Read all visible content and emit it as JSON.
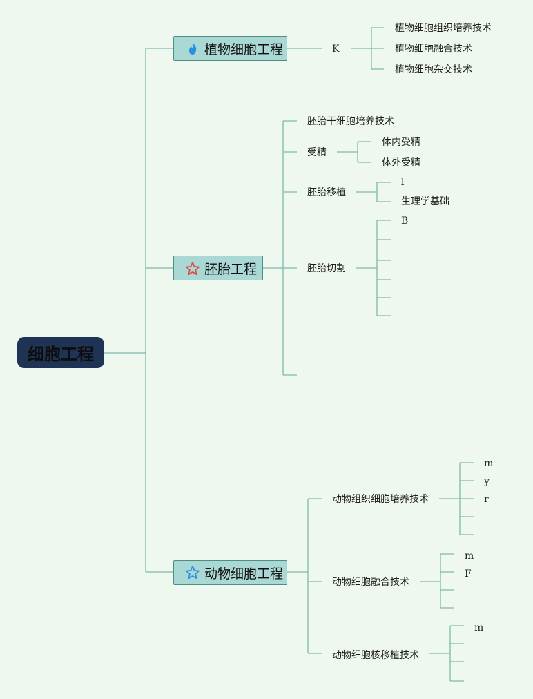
{
  "root": {
    "label": "细胞工程"
  },
  "plant": {
    "label": "植物细胞工程",
    "icon": "fire-icon",
    "sub": "K",
    "leaves": [
      "植物细胞组织培养技术",
      "植物细胞融合技术",
      "植物细胞杂交技术"
    ]
  },
  "embryo": {
    "label": "胚胎工程",
    "icon": "star-outline-icon",
    "stem_cell": "胚胎干细胞培养技术",
    "fert": {
      "label": "受精",
      "leaves": [
        "体内受精",
        "体外受精"
      ]
    },
    "transfer": {
      "label": "胚胎移植",
      "leaves": [
        "l",
        "生理学基础"
      ]
    },
    "split": {
      "label": "胚胎切割",
      "leaves": [
        "B"
      ]
    }
  },
  "animal": {
    "label": "动物细胞工程",
    "icon": "star-outline-icon",
    "tissue": {
      "label": "动物组织细胞培养技术",
      "leaves": [
        "m",
        "y",
        "r"
      ]
    },
    "fusion": {
      "label": "动物细胞融合技术",
      "leaves": [
        "m",
        "F"
      ]
    },
    "nuclear": {
      "label": "动物细胞核移植技术",
      "leaves": [
        "m"
      ]
    }
  },
  "colors": {
    "line": "#5a9a8f",
    "line_light": "#8fc6b6",
    "root_bg": "#1f3354",
    "node_bg": "#a9d8d5"
  }
}
